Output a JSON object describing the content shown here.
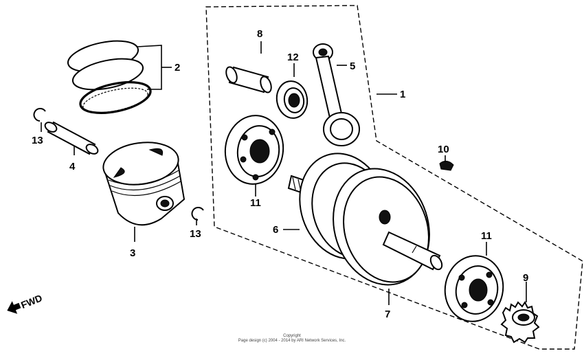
{
  "callouts": {
    "c1": "1",
    "c2": "2",
    "c3": "3",
    "c4": "4",
    "c5": "5",
    "c6": "6",
    "c7": "7",
    "c8": "8",
    "c9": "9",
    "c10": "10",
    "c11a": "11",
    "c11b": "11",
    "c12": "12",
    "c13a": "13",
    "c13b": "13"
  },
  "direction_label": "FWD",
  "copyright": {
    "line1": "Copyright",
    "line2": "Page design (c) 2004 - 2014 by ARI Network Services, Inc."
  }
}
